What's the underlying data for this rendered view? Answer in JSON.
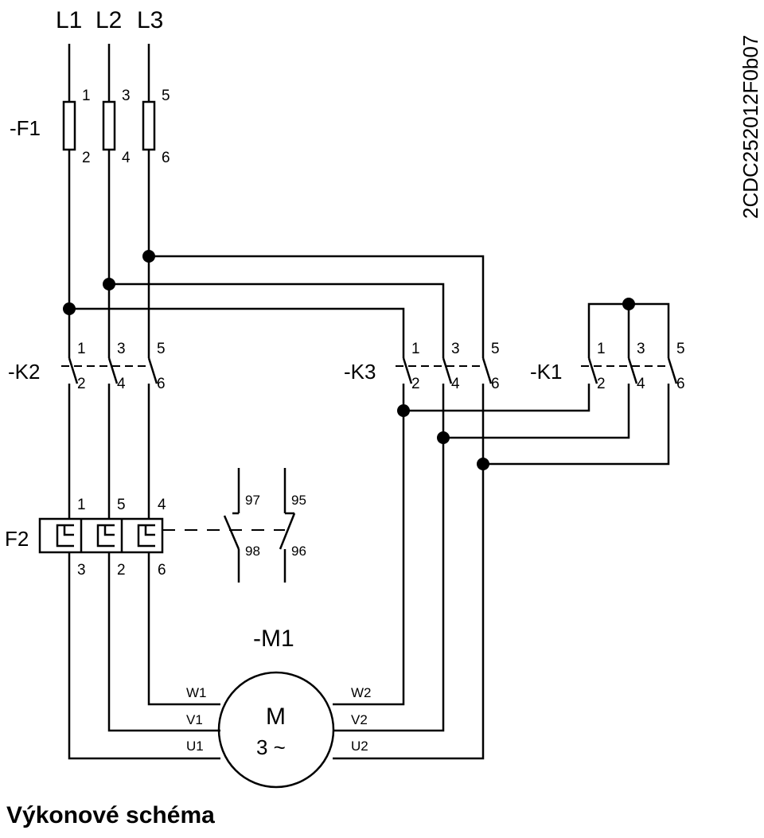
{
  "lines": [
    "L1",
    "L2",
    "L3"
  ],
  "fuse": {
    "name": "-F1",
    "pins_top": [
      "1",
      "3",
      "5"
    ],
    "pins_bottom": [
      "2",
      "4",
      "6"
    ]
  },
  "contactors": [
    {
      "name": "-K2",
      "pins_top": [
        "1",
        "3",
        "5"
      ],
      "pins_bottom": [
        "2",
        "4",
        "6"
      ]
    },
    {
      "name": "-K3",
      "pins_top": [
        "1",
        "3",
        "5"
      ],
      "pins_bottom": [
        "2",
        "4",
        "6"
      ]
    },
    {
      "name": "-K1",
      "pins_top": [
        "1",
        "3",
        "5"
      ],
      "pins_bottom": [
        "2",
        "4",
        "6"
      ]
    }
  ],
  "overload": {
    "name": "F2",
    "pins_top": [
      "1",
      "5",
      "4"
    ],
    "pins_bottom": [
      "3",
      "2",
      "6"
    ],
    "aux_top": [
      "97",
      "95"
    ],
    "aux_bottom": [
      "98",
      "96"
    ]
  },
  "motor": {
    "name": "-M1",
    "symbol": "M",
    "phase": "3 ~",
    "left_terminals": [
      "W1",
      "V1",
      "U1"
    ],
    "right_terminals": [
      "W2",
      "V2",
      "U2"
    ]
  },
  "doc_code": "2CDC252012F0b07",
  "caption": "Výkonové schéma"
}
